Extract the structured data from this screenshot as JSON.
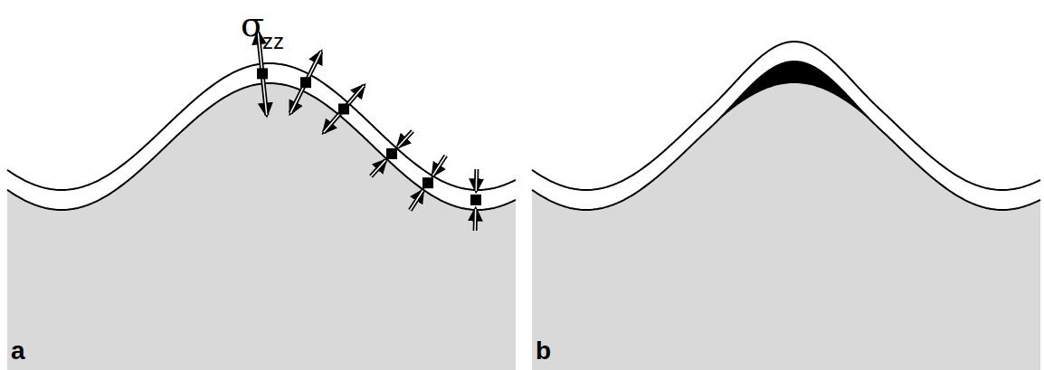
{
  "diagram": {
    "labels": [
      "σ",
      "zz",
      "a",
      "b"
    ]
  }
}
